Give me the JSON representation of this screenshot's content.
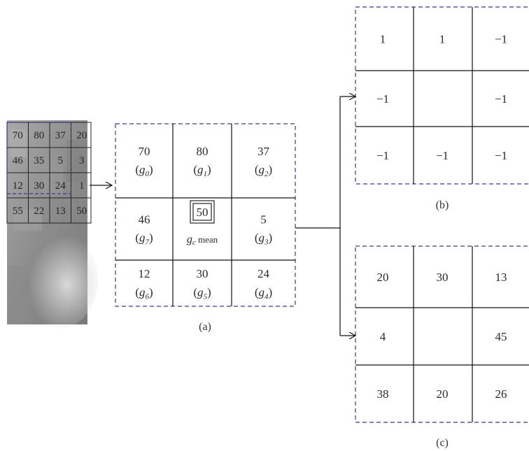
{
  "image_grid": {
    "cells": [
      [
        "70",
        "80",
        "37",
        "20"
      ],
      [
        "46",
        "35",
        "5",
        "3"
      ],
      [
        "12",
        "30",
        "24",
        "1"
      ],
      [
        "55",
        "22",
        "13",
        "50"
      ]
    ]
  },
  "panel_a": {
    "caption": "(a)",
    "cells": [
      {
        "value": "70",
        "var": "g",
        "sub": "0"
      },
      {
        "value": "80",
        "var": "g",
        "sub": "1"
      },
      {
        "value": "37",
        "var": "g",
        "sub": "2"
      },
      {
        "value": "46",
        "var": "g",
        "sub": "7"
      },
      {
        "value": "50",
        "var": "g",
        "sub": "c",
        "suffix": " mean"
      },
      {
        "value": "5",
        "var": "g",
        "sub": "3"
      },
      {
        "value": "12",
        "var": "g",
        "sub": "6"
      },
      {
        "value": "30",
        "var": "g",
        "sub": "5"
      },
      {
        "value": "24",
        "var": "g",
        "sub": "4"
      }
    ]
  },
  "panel_b": {
    "caption": "(b)",
    "cells": [
      "1",
      "1",
      "−1",
      "−1",
      "",
      "−1",
      "−1",
      "−1",
      "−1"
    ]
  },
  "panel_c": {
    "caption": "(c)",
    "cells": [
      "20",
      "30",
      "13",
      "4",
      "",
      "45",
      "38",
      "20",
      "26"
    ]
  },
  "colors": {
    "dash": "#3a3a8a",
    "line": "#111111"
  }
}
